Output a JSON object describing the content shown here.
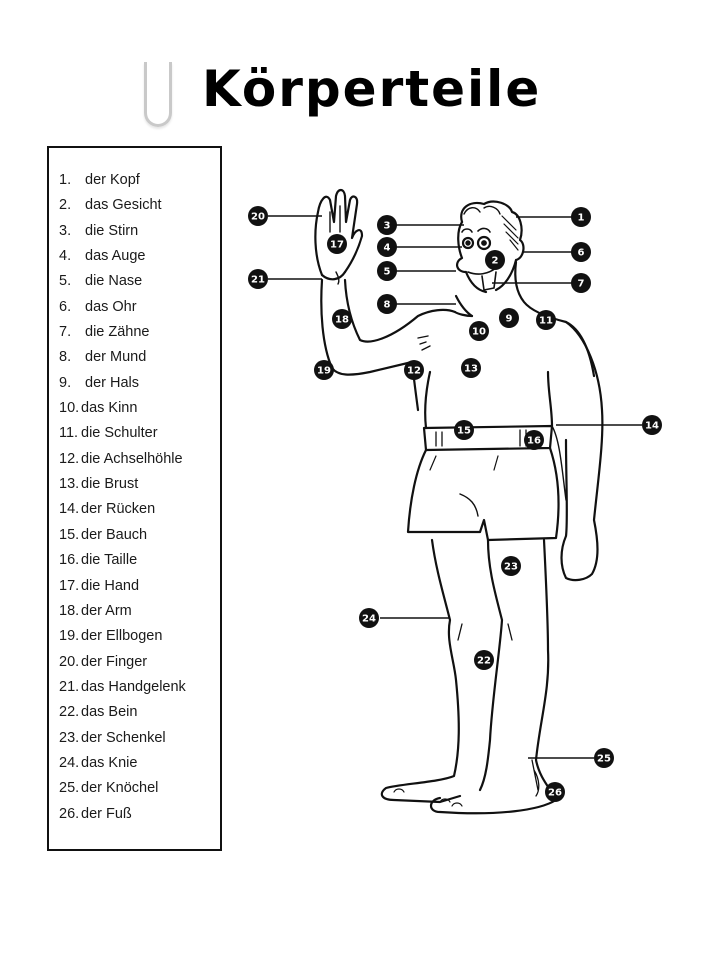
{
  "header": {
    "title": "Körperteile",
    "clip_icon": "paperclip-icon"
  },
  "vocabulary": [
    {
      "num": "1.",
      "term": "der Kopf"
    },
    {
      "num": "2.",
      "term": "das Gesicht"
    },
    {
      "num": "3.",
      "term": "die Stirn"
    },
    {
      "num": "4.",
      "term": "das Auge"
    },
    {
      "num": "5.",
      "term": "die Nase"
    },
    {
      "num": "6.",
      "term": "das Ohr"
    },
    {
      "num": "7.",
      "term": "die Zähne"
    },
    {
      "num": "8.",
      "term": "der Mund"
    },
    {
      "num": "9.",
      "term": "der Hals"
    },
    {
      "num": "10.",
      "term": "das Kinn"
    },
    {
      "num": "11.",
      "term": "die Schulter"
    },
    {
      "num": "12.",
      "term": "die Achselhöhle"
    },
    {
      "num": "13.",
      "term": "die Brust"
    },
    {
      "num": "14.",
      "term": "der Rücken"
    },
    {
      "num": "15.",
      "term": "der Bauch"
    },
    {
      "num": "16.",
      "term": "die Taille"
    },
    {
      "num": "17.",
      "term": "die Hand"
    },
    {
      "num": "18.",
      "term": "der Arm"
    },
    {
      "num": "19.",
      "term": "der Ellbogen"
    },
    {
      "num": "20.",
      "term": "der Finger"
    },
    {
      "num": "21.",
      "term": "das Handgelenk"
    },
    {
      "num": "22.",
      "term": "das Bein"
    },
    {
      "num": "23.",
      "term": "der Schenkel"
    },
    {
      "num": "24.",
      "term": "das Knie"
    },
    {
      "num": "25.",
      "term": "der Knöchel"
    },
    {
      "num": "26.",
      "term": "der Fuß"
    }
  ],
  "figure": {
    "description": "body-diagram",
    "markers": [
      "1",
      "2",
      "3",
      "4",
      "5",
      "6",
      "7",
      "8",
      "9",
      "10",
      "11",
      "12",
      "13",
      "14",
      "15",
      "16",
      "17",
      "18",
      "19",
      "20",
      "21",
      "22",
      "23",
      "24",
      "25",
      "26"
    ]
  }
}
